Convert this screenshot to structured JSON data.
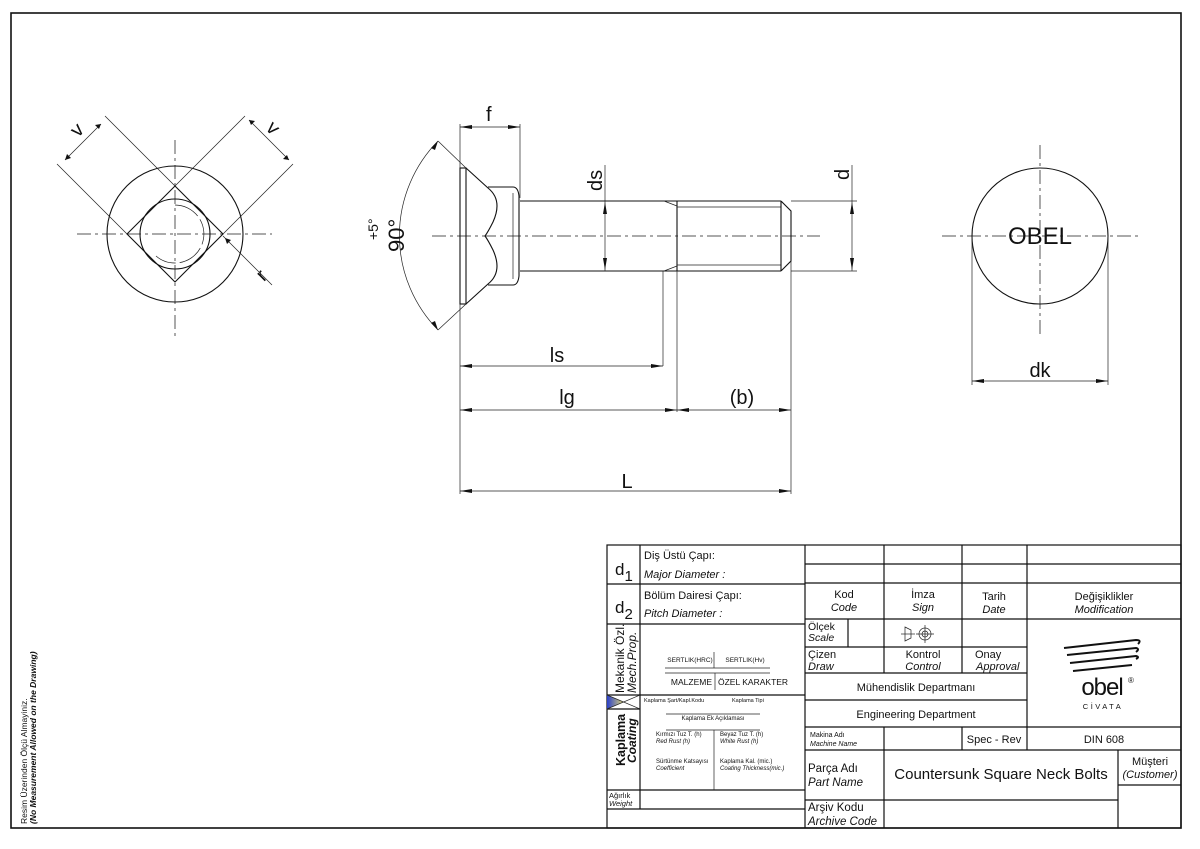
{
  "drawing": {
    "front_view": {
      "dim_v_left": "v",
      "dim_v_right": "v",
      "dim_r": "r"
    },
    "side_view": {
      "dim_f": "f",
      "dim_ds": "ds",
      "dim_d": "d",
      "dim_angle": "90°",
      "dim_angle_tol": "+5°",
      "dim_ls": "ls",
      "dim_lg": "lg",
      "dim_b": "(b)",
      "dim_L": "L"
    },
    "head_view": {
      "marking": "OBEL",
      "dim_dk": "dk"
    }
  },
  "side_note": {
    "line1": "Resim Üzerinden Ölçü Almayiniz.",
    "line2": "(No Measurement Allowed on the Drawing)"
  },
  "title_block": {
    "d1": {
      "symbol": "d",
      "sub": "1",
      "tr": "Diş Üstü Çapı:",
      "en": "Major Diameter :"
    },
    "d2": {
      "symbol": "d",
      "sub": "2",
      "tr": "Bölüm Dairesi Çapı:",
      "en": "Pitch Diameter :"
    },
    "mech": {
      "label_tr": "Mekanik Özl.",
      "label_en": "Mech.Prop.",
      "hrc": "SERTLIK(HRC)",
      "hv": "SERTLIK(Hv)",
      "material": "MALZEME",
      "special": "ÖZEL KARAKTER"
    },
    "coating": {
      "label_tr": "Kaplama",
      "label_en": "Coating",
      "cond_code": "Kaplama Şart/Kapl.Kodu",
      "type": "Kaplama Tipi",
      "extra": "Kaplama Ek Açıklaması",
      "red_rust_tr": "Kırmızı Tuz T. (h)",
      "red_rust_en": "Red Rust (h)",
      "white_rust_tr": "Beyaz Tuz T. (h)",
      "white_rust_en": "White Rust (h)",
      "friction_tr": "Sürtünme Katsayısı",
      "friction_en": "Coefficient",
      "thickness_tr": "Kaplama Kal. (mic.)",
      "thickness_en": "Coating Thickness(mic.)"
    },
    "weight": {
      "tr": "Ağırlık",
      "en": "Weight"
    },
    "header": {
      "code_tr": "Kod",
      "code_en": "Code",
      "sign_tr": "İmza",
      "sign_en": "Sign",
      "date_tr": "Tarih",
      "date_en": "Date",
      "mod_tr": "Değişiklikler",
      "mod_en": "Modification"
    },
    "scale": {
      "tr": "Ölçek",
      "en": "Scale"
    },
    "draw": {
      "tr": "Çizen",
      "en": "Draw"
    },
    "control": {
      "tr": "Kontrol",
      "en": "Control"
    },
    "approval": {
      "tr": "Onay",
      "en": "Approval"
    },
    "dept_tr": "Mühendislik Departmanı",
    "dept_en": "Engineering Department",
    "machine": {
      "tr": "Makina Adı",
      "en": "Machine Name"
    },
    "spec_rev": "Spec - Rev",
    "standard": "DIN 608",
    "part": {
      "tr": "Parça Adı",
      "en": "Part Name",
      "value": "Countersunk Square Neck Bolts"
    },
    "customer": {
      "tr": "Müşteri",
      "en": "(Customer)"
    },
    "archive": {
      "tr": "Arşiv Kodu",
      "en": "Archive Code"
    },
    "logo": {
      "brand": "obel",
      "sub": "CİVATA",
      "registered": "®"
    }
  },
  "colors": {
    "line": "#111111",
    "center_line": "#555555",
    "coating_icon_blue": "#2a3fc9",
    "coating_icon_yellow": "#d9d27a"
  }
}
